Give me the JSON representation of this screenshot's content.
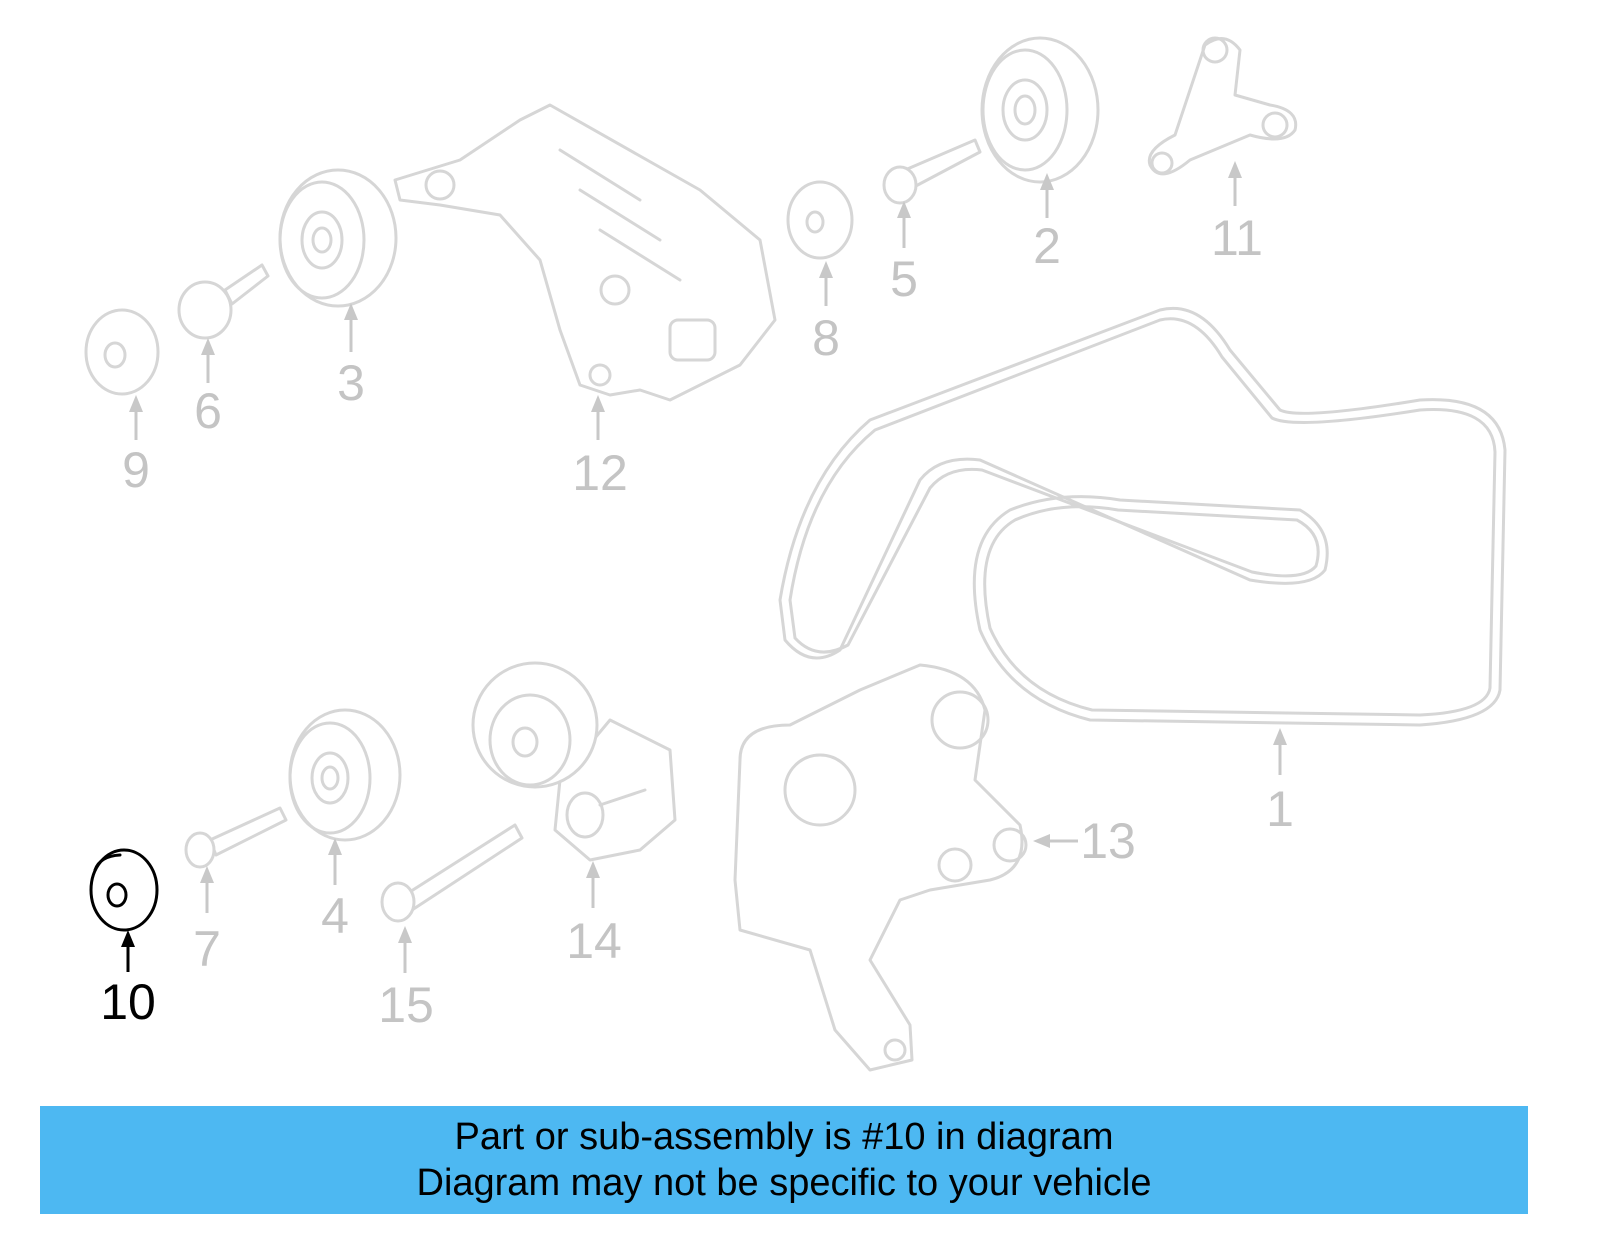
{
  "diagram": {
    "highlight_color": "#000000",
    "muted_color": "#c4c4c4",
    "callouts": [
      {
        "id": "1",
        "label": "1"
      },
      {
        "id": "2",
        "label": "2"
      },
      {
        "id": "3",
        "label": "3"
      },
      {
        "id": "4",
        "label": "4"
      },
      {
        "id": "5",
        "label": "5"
      },
      {
        "id": "6",
        "label": "6"
      },
      {
        "id": "7",
        "label": "7"
      },
      {
        "id": "8",
        "label": "8"
      },
      {
        "id": "9",
        "label": "9"
      },
      {
        "id": "10",
        "label": "10",
        "highlighted": true
      },
      {
        "id": "11",
        "label": "11"
      },
      {
        "id": "12",
        "label": "12"
      },
      {
        "id": "13",
        "label": "13"
      },
      {
        "id": "14",
        "label": "14"
      },
      {
        "id": "15",
        "label": "15"
      }
    ]
  },
  "banner": {
    "line1": "Part or sub-assembly is #10 in diagram",
    "line2": "Diagram may not be specific to your vehicle",
    "background": "#4db8f2"
  }
}
